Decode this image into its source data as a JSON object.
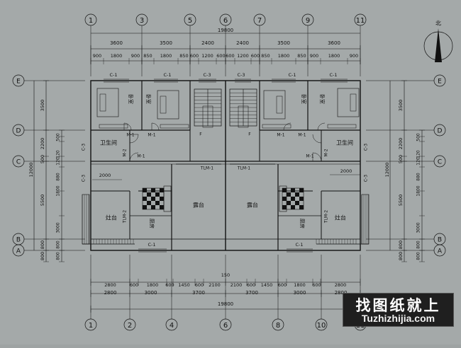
{
  "axis_labels": {
    "top": [
      "1",
      "3",
      "5",
      "6",
      "7",
      "9",
      "11"
    ],
    "bottom": [
      "1",
      "2",
      "4",
      "6",
      "8",
      "10",
      "11"
    ],
    "left": [
      "E",
      "D",
      "C",
      "B",
      "A"
    ],
    "right": [
      "E",
      "D",
      "C",
      "B",
      "A"
    ]
  },
  "north_label": "北",
  "dims_top": {
    "overall": "19800",
    "row1": [
      "3600",
      "3500",
      "2400",
      "2400",
      "3500",
      "3600"
    ],
    "row2": [
      "900",
      "1800",
      "900",
      "850",
      "1800",
      "850",
      "600",
      "1200",
      "600",
      "600",
      "1200",
      "600",
      "850",
      "1800",
      "850",
      "900",
      "1800",
      "900"
    ]
  },
  "dims_bottom": {
    "row1": [
      "2800",
      "600",
      "1800",
      "600",
      "1450",
      "600",
      "2100",
      "2100",
      "600",
      "1450",
      "600",
      "1800",
      "600",
      "2800"
    ],
    "center": "150",
    "row2": [
      "2800",
      "3000",
      "3700",
      "3700",
      "3000",
      "2800"
    ],
    "overall": "19800"
  },
  "dims_left": {
    "outer": [
      "12000"
    ],
    "row1": [
      "3500",
      "2200",
      "500",
      "5500",
      "800",
      "800"
    ],
    "row2": [
      "500",
      "120",
      "120",
      "880",
      "1800",
      "3000",
      "800",
      "800"
    ]
  },
  "dims_right": {
    "outer": [
      "12000"
    ],
    "row1": [
      "3500",
      "2200",
      "500",
      "5500",
      "800",
      "800"
    ],
    "row2": [
      "500",
      "120",
      "120",
      "880",
      "1800",
      "3000",
      "800",
      "800"
    ]
  },
  "rooms": {
    "bedroom": "卧室",
    "bathroom": "卫生间",
    "kitchen": "厨房",
    "stove": "灶台",
    "terrace": "露台"
  },
  "tags": {
    "c1": "C-1",
    "c3": "C-3",
    "m1": "M-1",
    "m2": "M-2",
    "tlm1": "TLM-1",
    "tlm2": "TLM-2",
    "f": "F",
    "d2000": "2000"
  },
  "watermark": {
    "cn": "找图纸就上",
    "en": "Tuzhizhijia.com"
  }
}
